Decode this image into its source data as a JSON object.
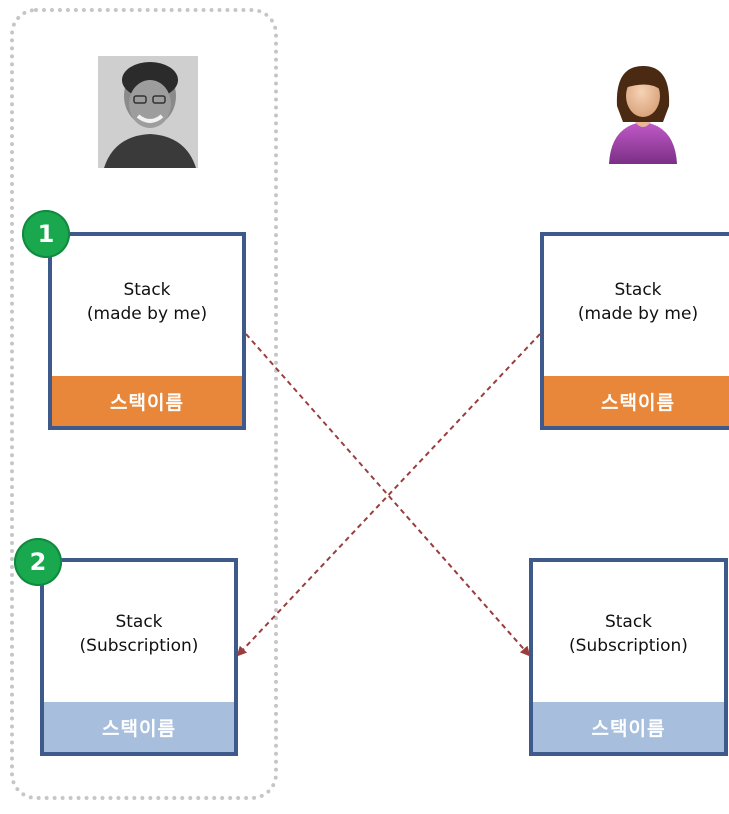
{
  "users": {
    "left": {
      "avatar": "person-photo-icon"
    },
    "right": {
      "avatar": "female-user-icon"
    }
  },
  "cards": {
    "left_own": {
      "line1": "Stack",
      "line2": "(made by me)",
      "bar": "스택이름",
      "bar_color": "#e8873a"
    },
    "right_own": {
      "line1": "Stack",
      "line2": "(made by me)",
      "bar": "스택이름",
      "bar_color": "#e8873a"
    },
    "left_sub": {
      "line1": "Stack",
      "line2": "(Subscription)",
      "bar": "스택이름",
      "bar_color": "#a7bfdd"
    },
    "right_sub": {
      "line1": "Stack",
      "line2": "(Subscription)",
      "bar": "스택이름",
      "bar_color": "#a7bfdd"
    }
  },
  "badges": {
    "first": "1",
    "second": "2"
  },
  "colors": {
    "card_border": "#3d5a8a",
    "badge": "#1aa84f",
    "arrow": "#9a3d3d",
    "outline": "#c6c6c6"
  }
}
